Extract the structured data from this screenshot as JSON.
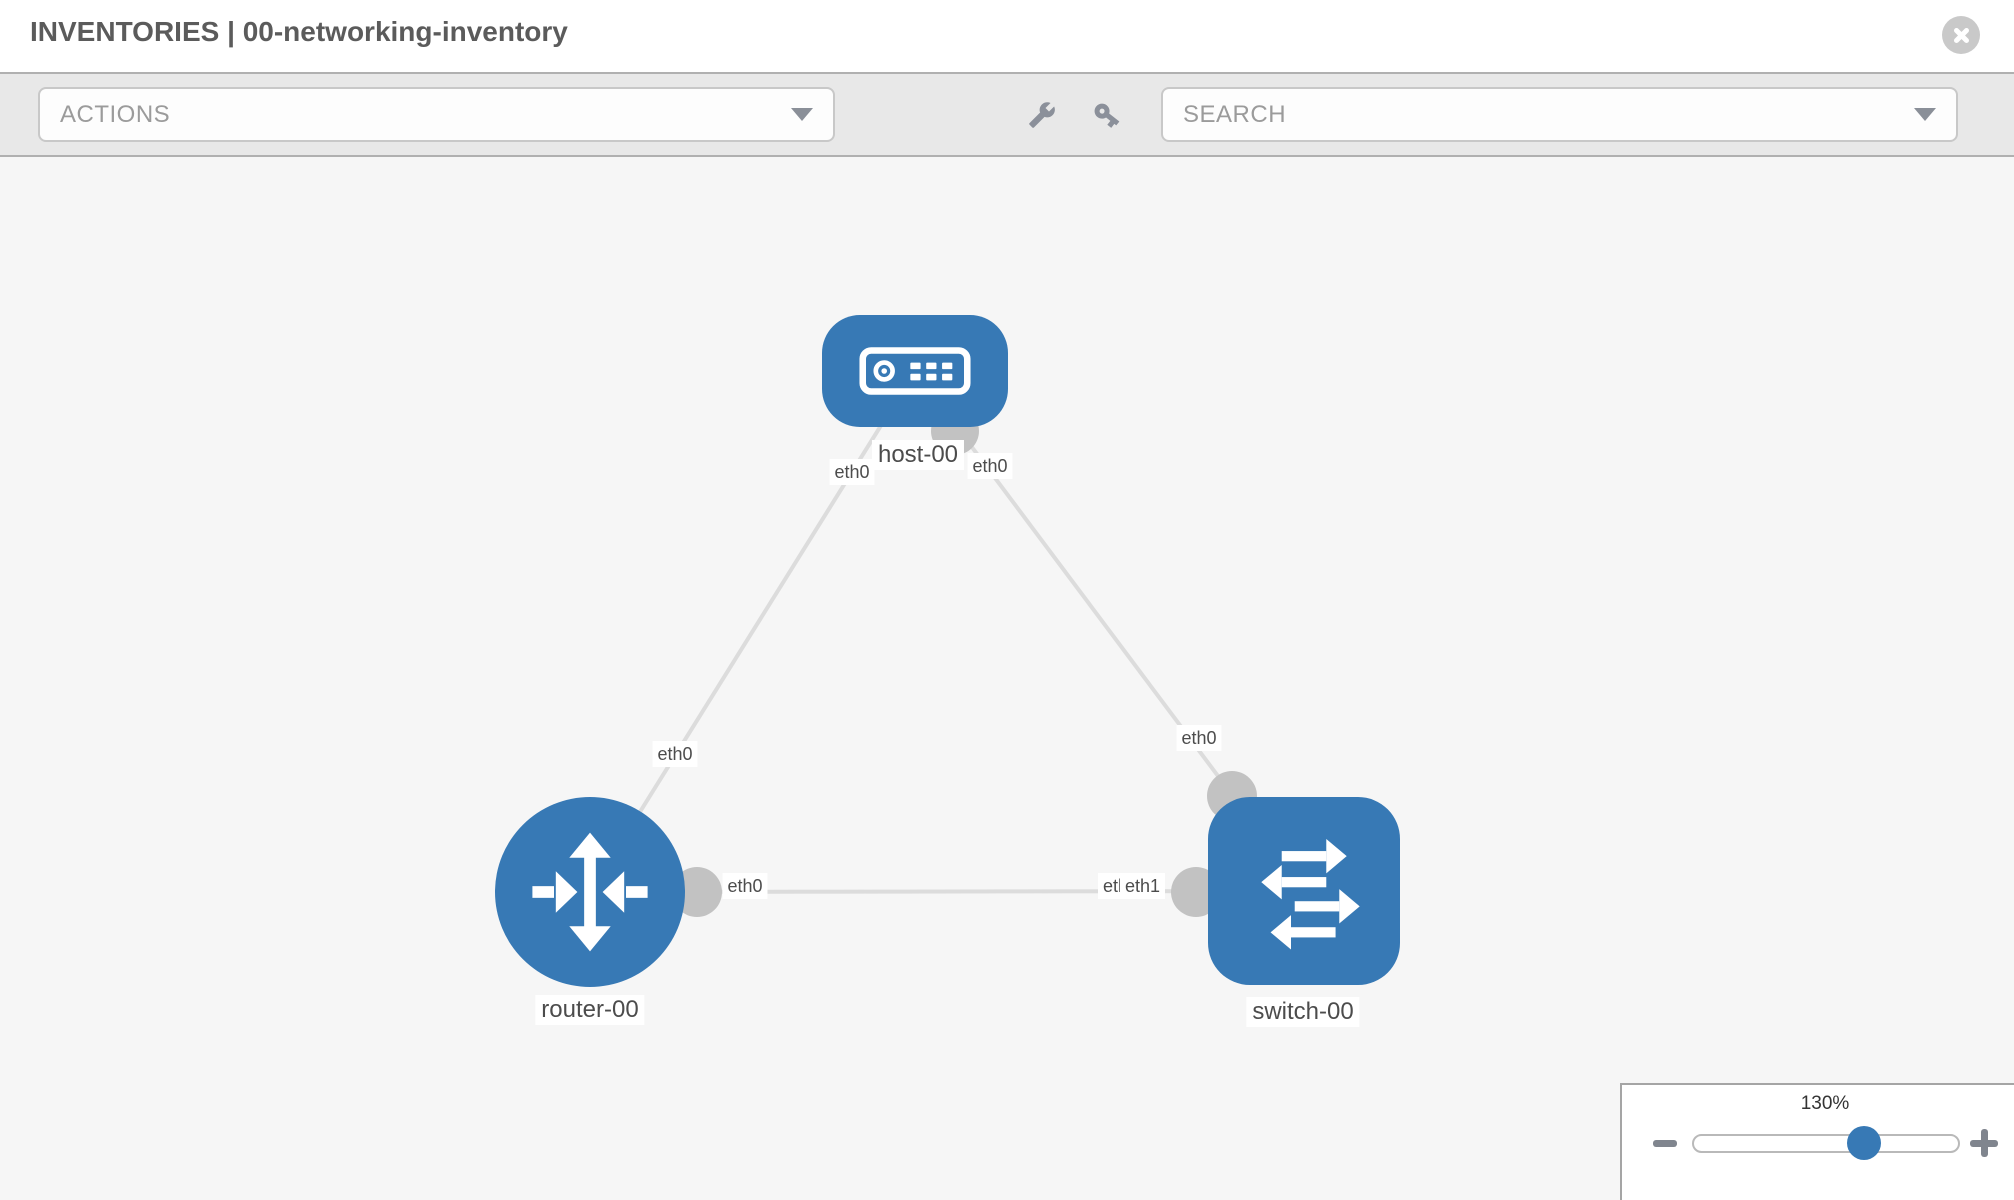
{
  "header": {
    "title": "INVENTORIES | 00-networking-inventory"
  },
  "toolbar": {
    "actions_label": "ACTIONS",
    "search_placeholder": "SEARCH",
    "icons": [
      {
        "name": "wrench-icon"
      },
      {
        "name": "key-icon"
      }
    ]
  },
  "topology": {
    "nodes": [
      {
        "id": "host-00",
        "type": "host",
        "label": "host-00"
      },
      {
        "id": "router-00",
        "type": "router",
        "label": "router-00"
      },
      {
        "id": "switch-00",
        "type": "switch",
        "label": "switch-00"
      }
    ],
    "links": [
      {
        "source": "host-00",
        "source_interface": "eth0",
        "target": "router-00",
        "target_interface": "eth0"
      },
      {
        "source": "host-00",
        "source_interface": "eth0",
        "target": "switch-00",
        "target_interface": "eth0"
      },
      {
        "source": "router-00",
        "source_interface": "eth0",
        "target": "switch-00",
        "target_interface": "eth1"
      }
    ],
    "interface_labels": [
      {
        "text": "eth0"
      },
      {
        "text": "eth0"
      },
      {
        "text": "eth0"
      },
      {
        "text": "eth0"
      },
      {
        "text": "eth0"
      },
      {
        "text": "eth1"
      },
      {
        "text": "eth1"
      }
    ],
    "colors": {
      "node_fill": "#3779b5",
      "port_fill": "#c2c2c2",
      "link_stroke": "#dcdcdc"
    }
  },
  "zoom_control": {
    "level": "130%"
  }
}
